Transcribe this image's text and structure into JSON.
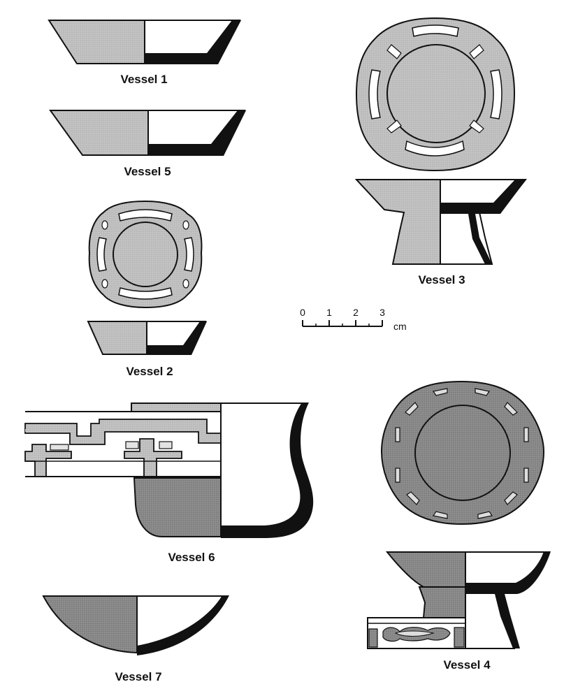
{
  "labels": {
    "v1": "Vessel 1",
    "v5": "Vessel 5",
    "v2": "Vessel 2",
    "v3": "Vessel 3",
    "v6": "Vessel 6",
    "v7": "Vessel 7",
    "v4": "Vessel 4"
  },
  "scale": {
    "ticks": [
      "0",
      "1",
      "2",
      "3"
    ],
    "unit": "cm"
  },
  "colors": {
    "exterior": "#bdbdbd",
    "exterior_dark": "#8c8c8c",
    "section": "#111111",
    "outline": "#111111",
    "inside": "#ffffff"
  }
}
